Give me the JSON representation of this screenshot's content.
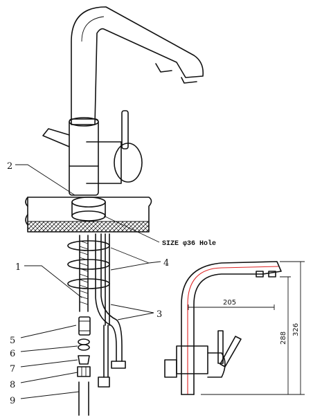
{
  "callouts": [
    "1",
    "2",
    "3",
    "4",
    "5",
    "6",
    "7",
    "8",
    "9"
  ],
  "hole_note": "SIZE φ36 Hole",
  "dimensions": {
    "reach": "205",
    "spout_height": "288",
    "total_height": "326"
  }
}
